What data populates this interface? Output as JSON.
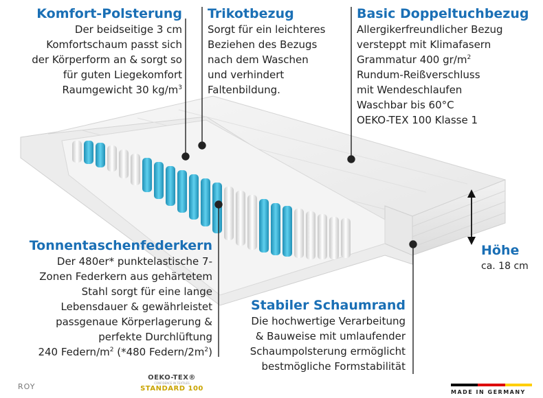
{
  "komfort": {
    "title": "Komfort-Polsterung",
    "lines": [
      "Der beidseitige 3 cm",
      "Komfortschaum passt sich",
      "der Körperform an & sorgt so",
      "für guten Liegekomfort",
      "Raumgewicht 30 kg/m",
      "3"
    ]
  },
  "trikot": {
    "title": "Trikotbezug",
    "lines": [
      "Sorgt für ein leichteres",
      "Beziehen des Bezugs",
      "nach dem Waschen",
      "und verhindert",
      "Faltenbildung."
    ]
  },
  "basic": {
    "title": "Basic Doppeltuchbezug",
    "lines": [
      "Allergikerfreundlicher Bezug",
      "versteppt mit Klimafasern",
      "Grammatur 400 gr/m",
      "2",
      "Rundum-Reißverschluss",
      "mit Wendeschlaufen",
      "Waschbar bis 60°C",
      "OEKO-TEX 100 Klasse 1"
    ]
  },
  "tonnen": {
    "title": "Tonnentaschenfederkern",
    "lines": [
      "Der 480er* punktelastische 7-",
      "Zonen Federkern aus gehärtetem",
      "Stahl sorgt für eine lange",
      "Lebensdauer & gewährleistet",
      "passgenaue Körperlagerung &",
      "perfekte Durchlüftung",
      "240 Federn/m",
      "2",
      " (*480 Federn/2m",
      "2",
      ")"
    ]
  },
  "hoehe": {
    "title": "Höhe",
    "value": "ca. 18 cm"
  },
  "schaum": {
    "title": "Stabiler Schaumrand",
    "lines": [
      "Die hochwertige Verarbeitung",
      "&  Bauweise mit umlaufender",
      "Schaumpolsterung ermöglicht",
      "bestmögliche Formstabilität"
    ]
  },
  "footer": {
    "brand": "ROY",
    "oeko_name": "OEKO-TEX®",
    "oeko_sub": "CONFIDENCE IN TEXTILES",
    "oeko_std": "STANDARD 100",
    "made": "MADE IN GERMANY"
  },
  "colors": {
    "accent": "#1a6fb5",
    "spring_blue": "#3bb3d6",
    "flag_black": "#000000",
    "flag_red": "#dd0000",
    "flag_gold": "#ffce00"
  }
}
